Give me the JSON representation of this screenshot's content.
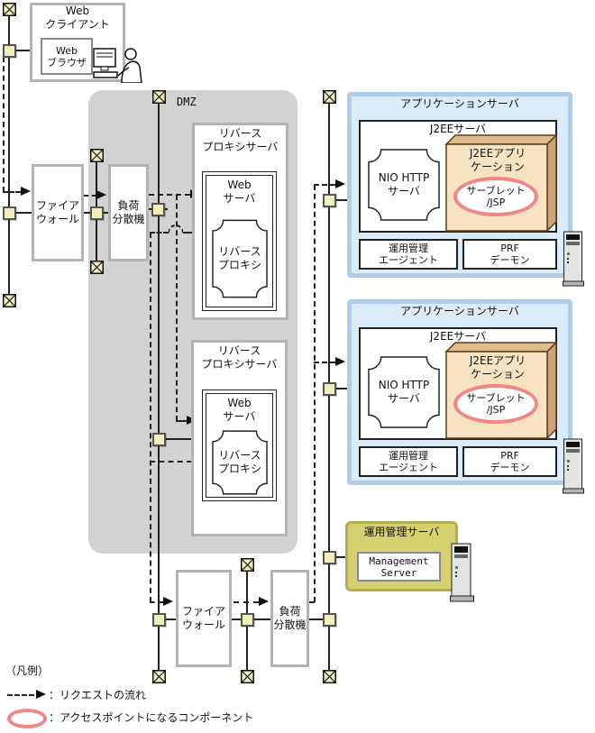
{
  "boxes": {
    "web_client": {
      "title": "Web\nクライアント",
      "browser": "Web\nブラウザ"
    },
    "dmz": {
      "label": "DMZ"
    },
    "firewall1": {
      "label": "ファイア\nウォール"
    },
    "load_balancer1": {
      "label": "負荷\n分散機"
    },
    "reverse_proxy1": {
      "title": "リバース\nプロキシサーバ",
      "web_server": "Web\nサーバ",
      "reverse_proxy": "リバース\nプロキシ"
    },
    "reverse_proxy2": {
      "title": "リバース\nプロキシサーバ",
      "web_server": "Web\nサーバ",
      "reverse_proxy": "リバース\nプロキシ"
    },
    "app_server1": {
      "title": "アプリケーションサーバ",
      "j2ee_server": "J2EEサーバ",
      "nio_http_server": "NIO HTTP\nサーバ",
      "j2ee_application": "J2EEアプリ\nケーション",
      "servlet_jsp": "サーブレット\n/JSP",
      "ops_agent": "運用管理\nエージェント",
      "prf_daemon": "PRF\nデーモン"
    },
    "app_server2": {
      "title": "アプリケーションサーバ",
      "j2ee_server": "J2EEサーバ",
      "nio_http_server": "NIO HTTP\nサーバ",
      "j2ee_application": "J2EEアプリ\nケーション",
      "servlet_jsp": "サーブレット\n/JSP",
      "ops_agent": "運用管理\nエージェント",
      "prf_daemon": "PRF\nデーモン"
    },
    "mgmt_server": {
      "title": "運用管理サーバ",
      "product": "Management\nServer"
    },
    "firewall2": {
      "label": "ファイア\nウォール"
    },
    "load_balancer2": {
      "label": "負荷\n分散機"
    }
  },
  "legend": {
    "title": "（凡例）",
    "request_flow": "：リクエストの流れ",
    "access_point": "：アクセスポイントになるコンポーネント"
  },
  "colors": {
    "dmz_bg": "#d2d2d2",
    "app_server_border": "#aecdea",
    "app_server_bg": "#dcebf8",
    "j2ee_app_front": "#f7e3c1",
    "j2ee_app_top": "#e0bd8e",
    "j2ee_app_side": "#cda478",
    "mgmt_bg": "#d5d170",
    "mgmt_border": "#b2ae4e",
    "node_fill": "#f1eebb",
    "access_point_stroke": "#f28585"
  }
}
